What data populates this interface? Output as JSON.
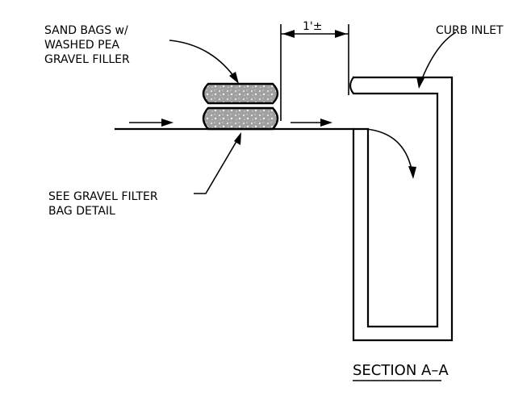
{
  "labels": {
    "sand_bags": [
      "SAND BAGS w/",
      "WASHED PEA",
      "GRAVEL FILLER"
    ],
    "curb_inlet": "CURB INLET",
    "dimension": "1'±",
    "see_detail": [
      "SEE GRAVEL FILTER",
      "BAG DETAIL"
    ],
    "section_title": "SECTION A–A"
  },
  "colors": {
    "line": "#000000",
    "bag_fill": "#9a9a9a",
    "background": "#ffffff"
  }
}
